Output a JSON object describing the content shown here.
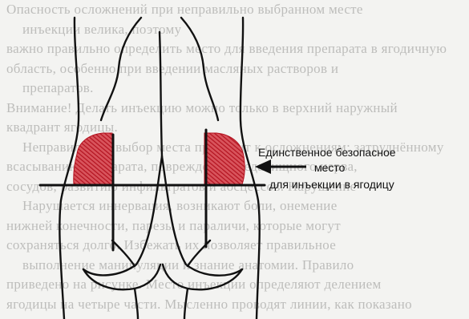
{
  "caption": {
    "line1": "Единственное безопасное",
    "line2": "место",
    "line3": "для инъекции в ягодицу"
  },
  "background_text": [
    "Опасность осложнений при неправильно выбранном месте",
    "инъекции велика, поэтому",
    "важно правильно определить место для введения препарата в ягодичную",
    "область, особенно при введении масляных растворов и",
    "препаратов.",
    "Внимание! Делать инъекцию можно только в верхний наружный",
    "квадрант ягодицы.",
    "Неправильный выбор места приводит к осложнениям: затруднённому",
    "всасыванию препарата, повреждению седалищного нерва,",
    "сосудов, развитию инфильтратов и абсцессов. Нарушение",
    "Нарушается иннервация, возникают боли, онемение",
    "нижней конечности, парезы и параличи, которые могут",
    "сохраняться долго. Избежать их позволяет правильное",
    "выполнение манипуляции и знание анатомии. Правило",
    "приведено на рисунке. Место инъекции определяют делением",
    "ягодицы на четыре части. Мысленно проводят линии, как показано"
  ],
  "colors": {
    "injection_zone": "#c8202e",
    "outline": "#111111",
    "faded_text": "#bdbdbb",
    "background": "#f3f3f1"
  }
}
